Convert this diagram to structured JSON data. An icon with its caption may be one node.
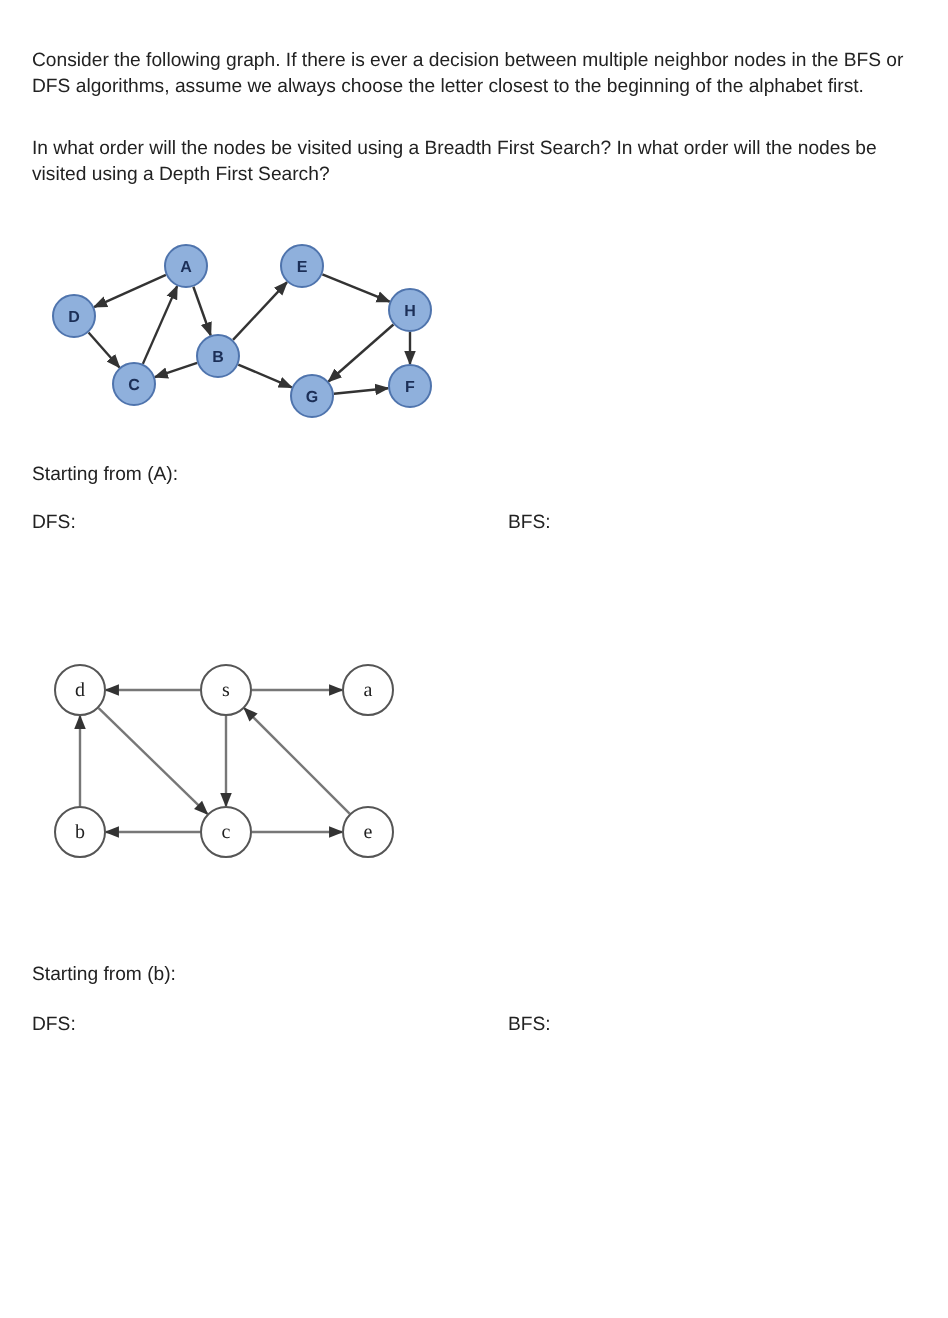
{
  "diagram": {
    "nodes": [
      {
        "text": [
          "A"
        ]
      },
      {
        "text": [
          "D"
        ]
      },
      {
        "text": [
          "C"
        ]
      },
      {
        "text": [
          "B"
        ]
      },
      {
        "text": [
          "E"
        ]
      },
      {
        "text": [
          "H"
        ]
      },
      {
        "text": [
          "G"
        ]
      },
      {
        "text": [
          "F"
        ]
      },
      {
        "text": [
          "d"
        ]
      },
      {
        "text": [
          "s"
        ]
      },
      {
        "text": [
          "a"
        ]
      },
      {
        "text": [
          "b"
        ]
      },
      {
        "text": [
          "c"
        ]
      },
      {
        "text": [
          "e"
        ]
      }
    ],
    "edges": [
      {
        "from": 0,
        "to": 1,
        "arrow": "to"
      },
      {
        "from": 1,
        "to": 2,
        "arrow": "to"
      },
      {
        "from": 2,
        "to": 0,
        "arrow": "to"
      },
      {
        "from": 0,
        "to": 3,
        "arrow": "to"
      },
      {
        "from": 3,
        "to": 2,
        "arrow": "to"
      },
      {
        "from": 3,
        "to": 4,
        "arrow": "to"
      },
      {
        "from": 3,
        "to": 6,
        "arrow": "to"
      },
      {
        "from": 4,
        "to": 5,
        "arrow": "to"
      },
      {
        "from": 5,
        "to": 6,
        "arrow": "to"
      },
      {
        "from": 5,
        "to": 7,
        "arrow": "to"
      },
      {
        "from": 6,
        "to": 7,
        "arrow": "to"
      },
      {
        "from": 9,
        "to": 8,
        "arrow": "to"
      },
      {
        "from": 9,
        "to": 10,
        "arrow": "to"
      },
      {
        "from": 9,
        "to": 12,
        "arrow": "to"
      },
      {
        "from": 8,
        "to": 12,
        "arrow": "to"
      },
      {
        "from": 11,
        "to": 8,
        "arrow": "to"
      },
      {
        "from": 12,
        "to": 11,
        "arrow": "to"
      },
      {
        "from": 12,
        "to": 13,
        "arrow": "to"
      },
      {
        "from": 13,
        "to": 9,
        "arrow": "to"
      }
    ],
    "labels": [
      "Consider the following graph. If there is ever a decision between multiple neighbor nodes in the BFS or DFS algorithms, assume we always choose the letter closest to the beginning of the alphabet first.",
      "In what order will the nodes be visited using a Breadth First Search? In what order will the nodes be visited using a Depth First Search?",
      "Starting from (A):",
      "DFS:",
      "BFS:",
      "Starting from (b):",
      "DFS:",
      "BFS:"
    ]
  }
}
